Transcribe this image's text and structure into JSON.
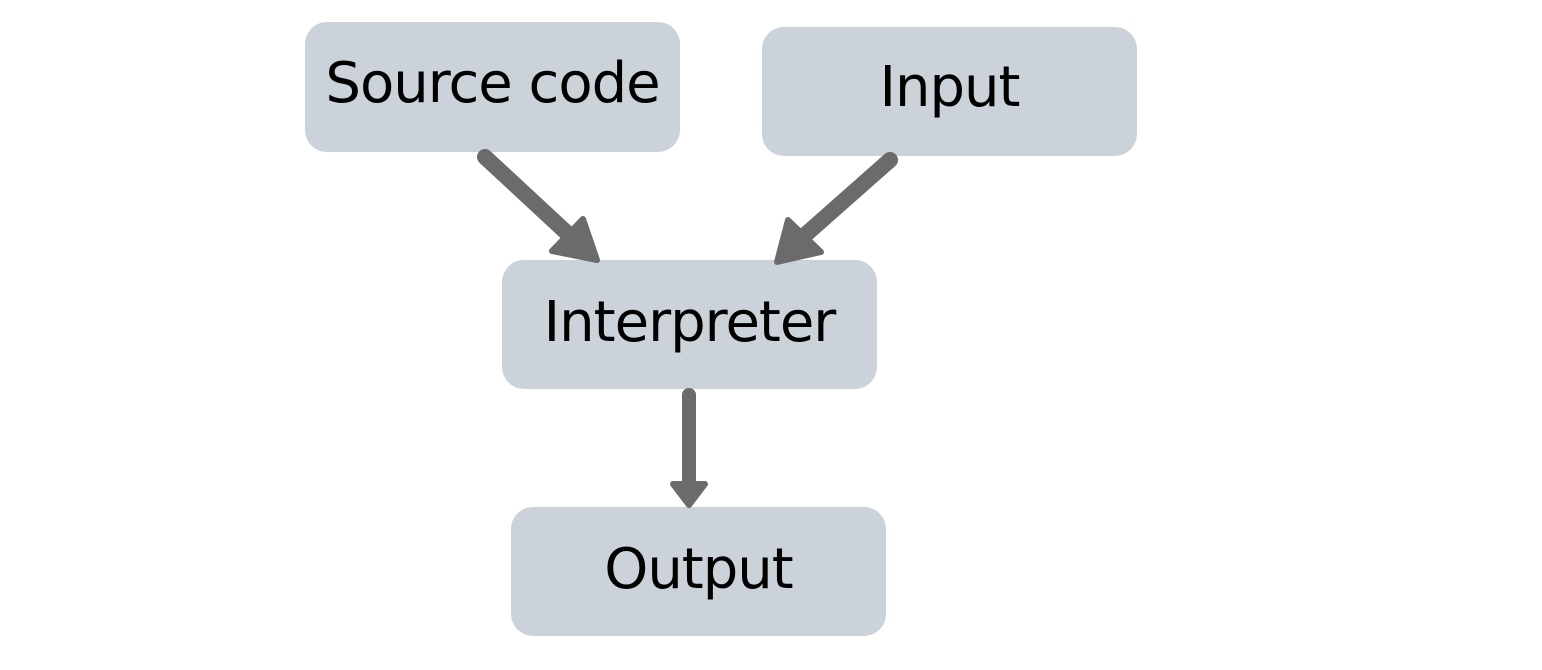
{
  "diagram": {
    "nodes": {
      "source_code": "Source code",
      "input": "Input",
      "interpreter": "Interpreter",
      "output": "Output"
    },
    "edges": [
      {
        "from": "Source code",
        "to": "Interpreter"
      },
      {
        "from": "Input",
        "to": "Interpreter"
      },
      {
        "from": "Interpreter",
        "to": "Output"
      }
    ],
    "colors": {
      "node_fill": "#cbd2d9",
      "arrow": "#6b6b6b",
      "text": "#000000",
      "background": "#ffffff"
    }
  }
}
